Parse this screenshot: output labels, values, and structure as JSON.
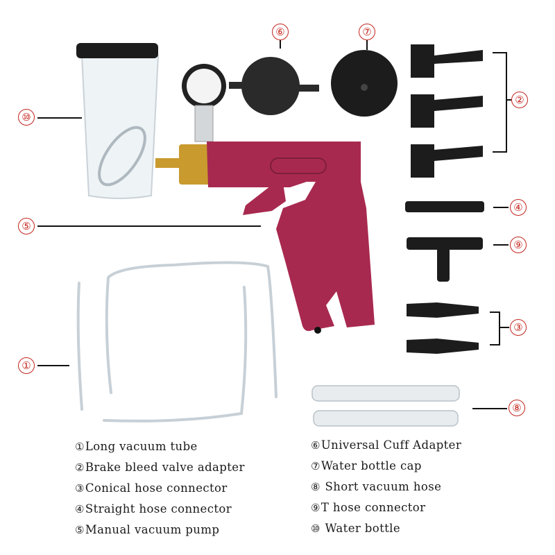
{
  "callouts": [
    {
      "id": "1",
      "glyph": "①"
    },
    {
      "id": "2",
      "glyph": "②"
    },
    {
      "id": "3",
      "glyph": "③"
    },
    {
      "id": "4",
      "glyph": "④"
    },
    {
      "id": "5",
      "glyph": "⑤"
    },
    {
      "id": "6",
      "glyph": "⑥"
    },
    {
      "id": "7",
      "glyph": "⑦"
    },
    {
      "id": "8",
      "glyph": "⑧"
    },
    {
      "id": "9",
      "glyph": "⑨"
    },
    {
      "id": "10",
      "glyph": "⑩"
    }
  ],
  "legend": [
    {
      "num": "①",
      "label": "Long vacuum tube"
    },
    {
      "num": "②",
      "label": "Brake bleed valve adapter"
    },
    {
      "num": "③",
      "label": "Conical hose connector"
    },
    {
      "num": "④",
      "label": "Straight hose connector"
    },
    {
      "num": "⑤",
      "label": "Manual vacuum pump"
    },
    {
      "num": "⑥",
      "label": "Universal Cuff Adapter"
    },
    {
      "num": "⑦",
      "label": "Water bottle cap"
    },
    {
      "num": "⑧",
      "label": " Short vacuum hose"
    },
    {
      "num": "⑨",
      "label": "T hose connector"
    },
    {
      "num": "⑩",
      "label": " Water bottle"
    }
  ],
  "colors": {
    "callout": "#c2241c",
    "pump_body": "#a8294f",
    "brass": "#c99a2e",
    "part_black": "#1c1c1c"
  }
}
